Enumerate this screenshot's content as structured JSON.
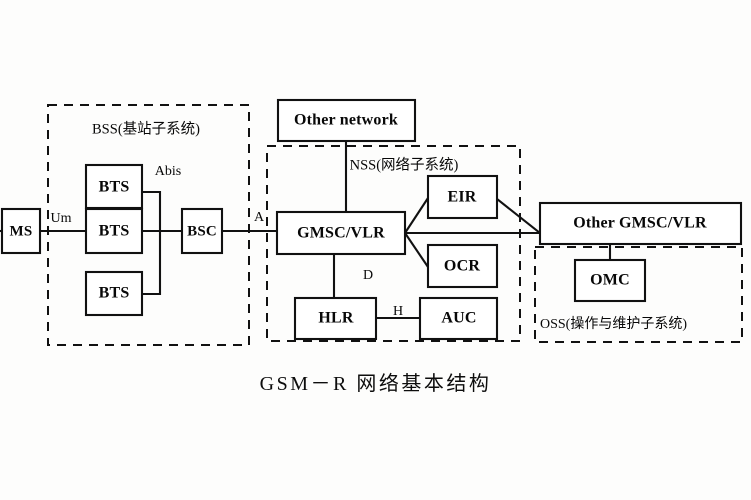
{
  "figure": {
    "caption": "GSM－R 网络基本结构"
  },
  "groups": {
    "bss": {
      "label": "BSS(基站子系统)"
    },
    "nss": {
      "label": "NSS(网络子系统)"
    },
    "oss": {
      "label": "OSS(操作与维护子系统)"
    }
  },
  "nodes": {
    "ms": {
      "label": "MS"
    },
    "bts_top": {
      "label": "BTS"
    },
    "bts_mid": {
      "label": "BTS"
    },
    "bts_bottom": {
      "label": "BTS"
    },
    "bsc": {
      "label": "BSC"
    },
    "other_network": {
      "label": "Other network"
    },
    "gmsc_vlr": {
      "label": "GMSC/VLR"
    },
    "eir": {
      "label": "EIR"
    },
    "ocr": {
      "label": "OCR"
    },
    "hlr": {
      "label": "HLR"
    },
    "auc": {
      "label": "AUC"
    },
    "other_gmsc_vlr": {
      "label": "Other GMSC/VLR"
    },
    "omc": {
      "label": "OMC"
    }
  },
  "interfaces": {
    "um": {
      "label": "Um"
    },
    "abis": {
      "label": "Abis"
    },
    "a": {
      "label": "A"
    },
    "d": {
      "label": "D"
    },
    "h": {
      "label": "H"
    }
  },
  "colors": {
    "stroke": "#111111",
    "fill": "#ffffff",
    "background": "#fdfdfc",
    "text": "#0d0d0d"
  }
}
